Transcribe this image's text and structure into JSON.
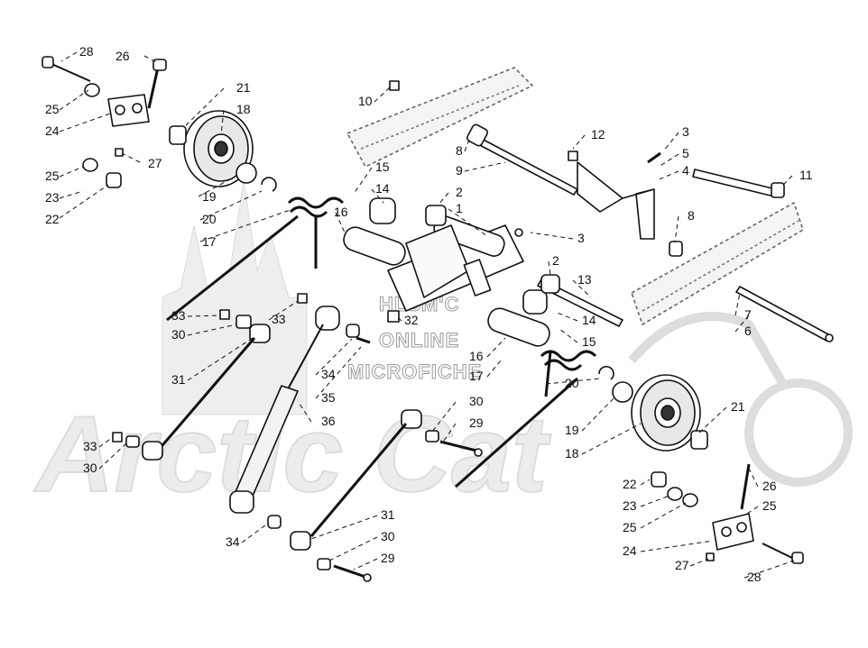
{
  "watermark": {
    "brand": "Arctic Cat",
    "line1": "HLSM'C",
    "line2": "ONLINE",
    "line3": "MICROFICHE"
  },
  "callouts": [
    {
      "id": "c28a",
      "text": "28"
    },
    {
      "id": "c26a",
      "text": "26"
    },
    {
      "id": "c21a",
      "text": "21"
    },
    {
      "id": "c18a",
      "text": "18"
    },
    {
      "id": "c25a",
      "text": "25"
    },
    {
      "id": "c24a",
      "text": "24"
    },
    {
      "id": "c27a",
      "text": "27"
    },
    {
      "id": "c25b",
      "text": "25"
    },
    {
      "id": "c23a",
      "text": "23"
    },
    {
      "id": "c22a",
      "text": "22"
    },
    {
      "id": "c19a",
      "text": "19"
    },
    {
      "id": "c20a",
      "text": "20"
    },
    {
      "id": "c17a",
      "text": "17"
    },
    {
      "id": "c10",
      "text": "10"
    },
    {
      "id": "c8a",
      "text": "8"
    },
    {
      "id": "c9",
      "text": "9"
    },
    {
      "id": "c15a",
      "text": "15"
    },
    {
      "id": "c14a",
      "text": "14"
    },
    {
      "id": "c16a",
      "text": "16"
    },
    {
      "id": "c2a",
      "text": "2"
    },
    {
      "id": "c1",
      "text": "1"
    },
    {
      "id": "c12",
      "text": "12"
    },
    {
      "id": "c3a",
      "text": "3"
    },
    {
      "id": "c5",
      "text": "5"
    },
    {
      "id": "c4",
      "text": "4"
    },
    {
      "id": "c11",
      "text": "11"
    },
    {
      "id": "c8b",
      "text": "8"
    },
    {
      "id": "c3b",
      "text": "3"
    },
    {
      "id": "c2b",
      "text": "2"
    },
    {
      "id": "c13",
      "text": "13"
    },
    {
      "id": "c7",
      "text": "7"
    },
    {
      "id": "c6",
      "text": "6"
    },
    {
      "id": "c33a",
      "text": "33"
    },
    {
      "id": "c30a",
      "text": "30"
    },
    {
      "id": "c33b",
      "text": "33"
    },
    {
      "id": "c32",
      "text": "32"
    },
    {
      "id": "c14b",
      "text": "14"
    },
    {
      "id": "c15b",
      "text": "15"
    },
    {
      "id": "c31a",
      "text": "31"
    },
    {
      "id": "c34a",
      "text": "34"
    },
    {
      "id": "c35",
      "text": "35"
    },
    {
      "id": "c16b",
      "text": "16"
    },
    {
      "id": "c17b",
      "text": "17"
    },
    {
      "id": "c20b",
      "text": "20"
    },
    {
      "id": "c36",
      "text": "36"
    },
    {
      "id": "c30b",
      "text": "30"
    },
    {
      "id": "c29a",
      "text": "29"
    },
    {
      "id": "c19b",
      "text": "19"
    },
    {
      "id": "c21b",
      "text": "21"
    },
    {
      "id": "c18b",
      "text": "18"
    },
    {
      "id": "c33c",
      "text": "33"
    },
    {
      "id": "c30c",
      "text": "30"
    },
    {
      "id": "c22b",
      "text": "22"
    },
    {
      "id": "c26b",
      "text": "26"
    },
    {
      "id": "c23b",
      "text": "23"
    },
    {
      "id": "c25c",
      "text": "25"
    },
    {
      "id": "c25d",
      "text": "25"
    },
    {
      "id": "c24b",
      "text": "24"
    },
    {
      "id": "c31b",
      "text": "31"
    },
    {
      "id": "c27b",
      "text": "27"
    },
    {
      "id": "c34b",
      "text": "34"
    },
    {
      "id": "c30d",
      "text": "30"
    },
    {
      "id": "c29b",
      "text": "29"
    },
    {
      "id": "c28b",
      "text": "28"
    }
  ]
}
